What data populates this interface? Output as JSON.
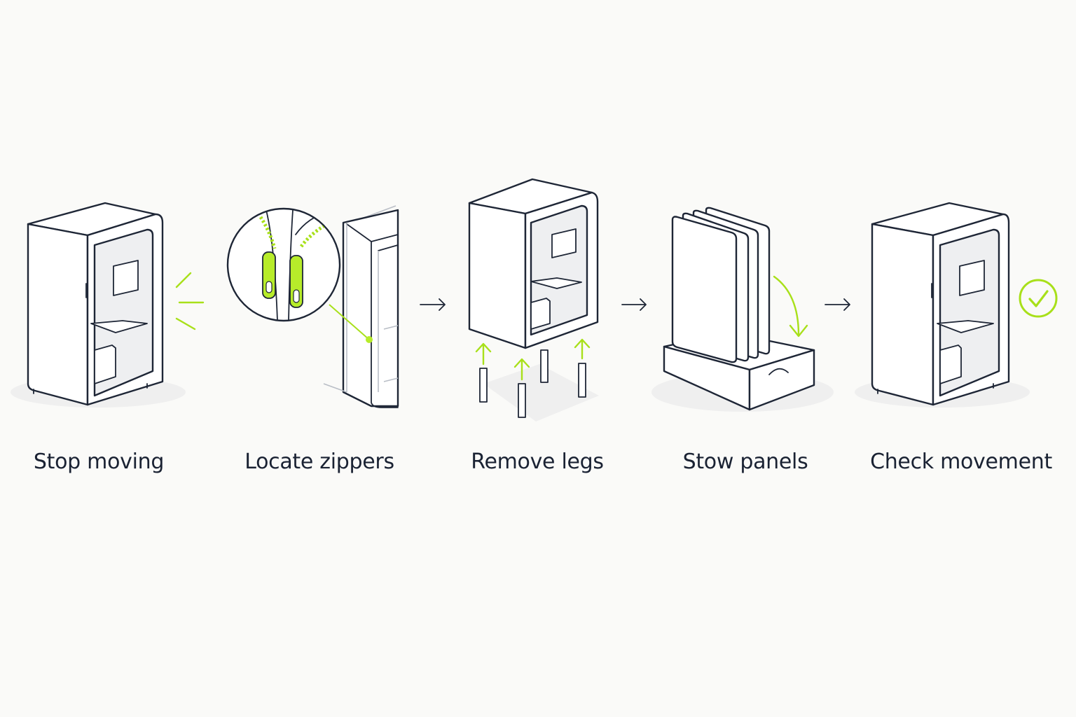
{
  "steps": [
    {
      "label": "Stop moving"
    },
    {
      "label": "Locate zippers"
    },
    {
      "label": "Remove legs"
    },
    {
      "label": "Stow panels"
    },
    {
      "label": "Check movement"
    }
  ],
  "colors": {
    "accent": "#a8e01a",
    "ink": "#1e2636",
    "label": "#1a2233",
    "background": "#fafaf8"
  },
  "icons": [
    "motion-lines-icon",
    "zipper-icon",
    "arrow-right-icon",
    "arrow-up-icon",
    "curved-arrow-icon",
    "check-circle-icon"
  ]
}
